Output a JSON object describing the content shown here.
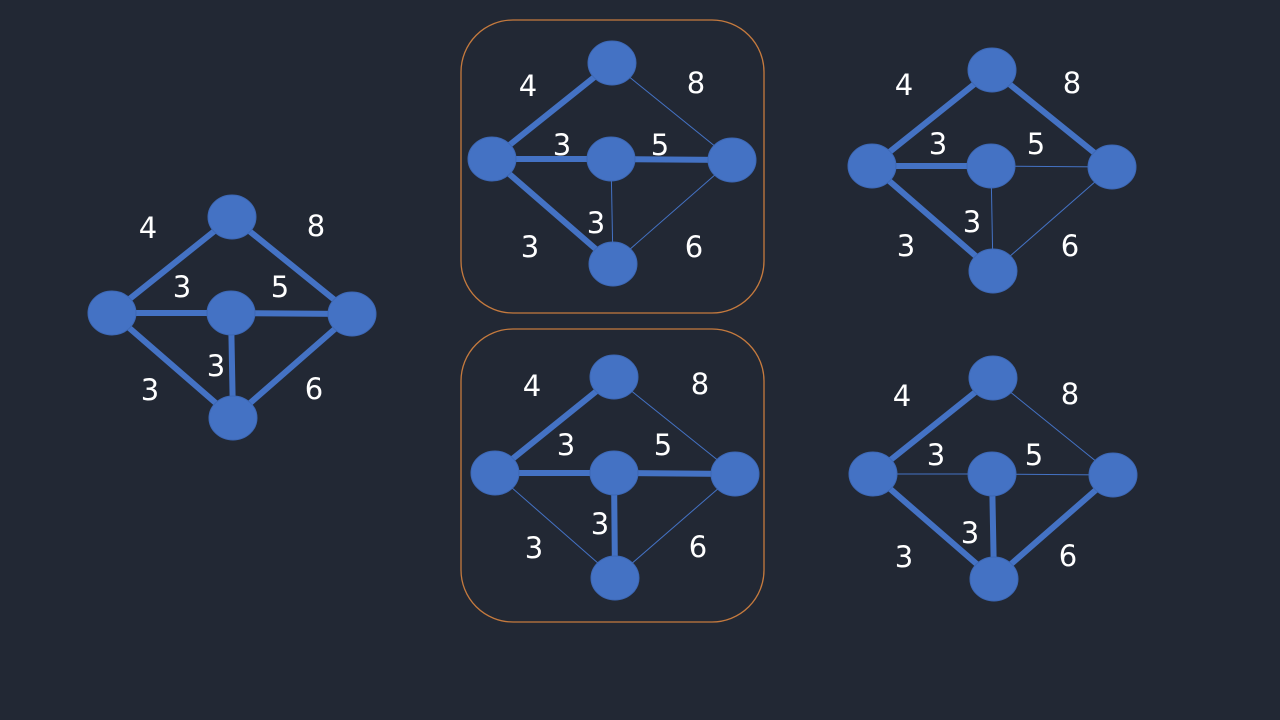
{
  "colors": {
    "background": "#222834",
    "edge": "#4472c4",
    "node": "#4472c4",
    "label": "#ffffff",
    "frame": "#c57a3e"
  },
  "graphs": [
    {
      "id": "original-graph",
      "framed": false,
      "edges": [
        {
          "id": "left-top",
          "weight": "4",
          "highlighted": true
        },
        {
          "id": "top-right",
          "weight": "8",
          "highlighted": true
        },
        {
          "id": "left-center",
          "weight": "3",
          "highlighted": true
        },
        {
          "id": "center-right",
          "weight": "5",
          "highlighted": true
        },
        {
          "id": "left-bottom",
          "weight": "3",
          "highlighted": true
        },
        {
          "id": "center-bottom",
          "weight": "3",
          "highlighted": true
        },
        {
          "id": "right-bottom",
          "weight": "6",
          "highlighted": true
        }
      ]
    },
    {
      "id": "spanning-tree-a",
      "framed": true,
      "edges": [
        {
          "id": "left-top",
          "weight": "4",
          "highlighted": true
        },
        {
          "id": "top-right",
          "weight": "8",
          "highlighted": false
        },
        {
          "id": "left-center",
          "weight": "3",
          "highlighted": true
        },
        {
          "id": "center-right",
          "weight": "5",
          "highlighted": true
        },
        {
          "id": "left-bottom",
          "weight": "3",
          "highlighted": true
        },
        {
          "id": "center-bottom",
          "weight": "3",
          "highlighted": false
        },
        {
          "id": "right-bottom",
          "weight": "6",
          "highlighted": false
        }
      ]
    },
    {
      "id": "spanning-tree-b",
      "framed": true,
      "edges": [
        {
          "id": "left-top",
          "weight": "4",
          "highlighted": true
        },
        {
          "id": "top-right",
          "weight": "8",
          "highlighted": false
        },
        {
          "id": "left-center",
          "weight": "3",
          "highlighted": true
        },
        {
          "id": "center-right",
          "weight": "5",
          "highlighted": true
        },
        {
          "id": "left-bottom",
          "weight": "3",
          "highlighted": false
        },
        {
          "id": "center-bottom",
          "weight": "3",
          "highlighted": true
        },
        {
          "id": "right-bottom",
          "weight": "6",
          "highlighted": false
        }
      ]
    },
    {
      "id": "spanning-tree-c",
      "framed": false,
      "edges": [
        {
          "id": "left-top",
          "weight": "4",
          "highlighted": true
        },
        {
          "id": "top-right",
          "weight": "8",
          "highlighted": true
        },
        {
          "id": "left-center",
          "weight": "3",
          "highlighted": true
        },
        {
          "id": "center-right",
          "weight": "5",
          "highlighted": false
        },
        {
          "id": "left-bottom",
          "weight": "3",
          "highlighted": true
        },
        {
          "id": "center-bottom",
          "weight": "3",
          "highlighted": false
        },
        {
          "id": "right-bottom",
          "weight": "6",
          "highlighted": false
        }
      ]
    },
    {
      "id": "spanning-tree-d",
      "framed": false,
      "edges": [
        {
          "id": "left-top",
          "weight": "4",
          "highlighted": true
        },
        {
          "id": "top-right",
          "weight": "8",
          "highlighted": false
        },
        {
          "id": "left-center",
          "weight": "3",
          "highlighted": false
        },
        {
          "id": "center-right",
          "weight": "5",
          "highlighted": false
        },
        {
          "id": "left-bottom",
          "weight": "3",
          "highlighted": true
        },
        {
          "id": "center-bottom",
          "weight": "3",
          "highlighted": true
        },
        {
          "id": "right-bottom",
          "weight": "6",
          "highlighted": true
        }
      ]
    }
  ]
}
